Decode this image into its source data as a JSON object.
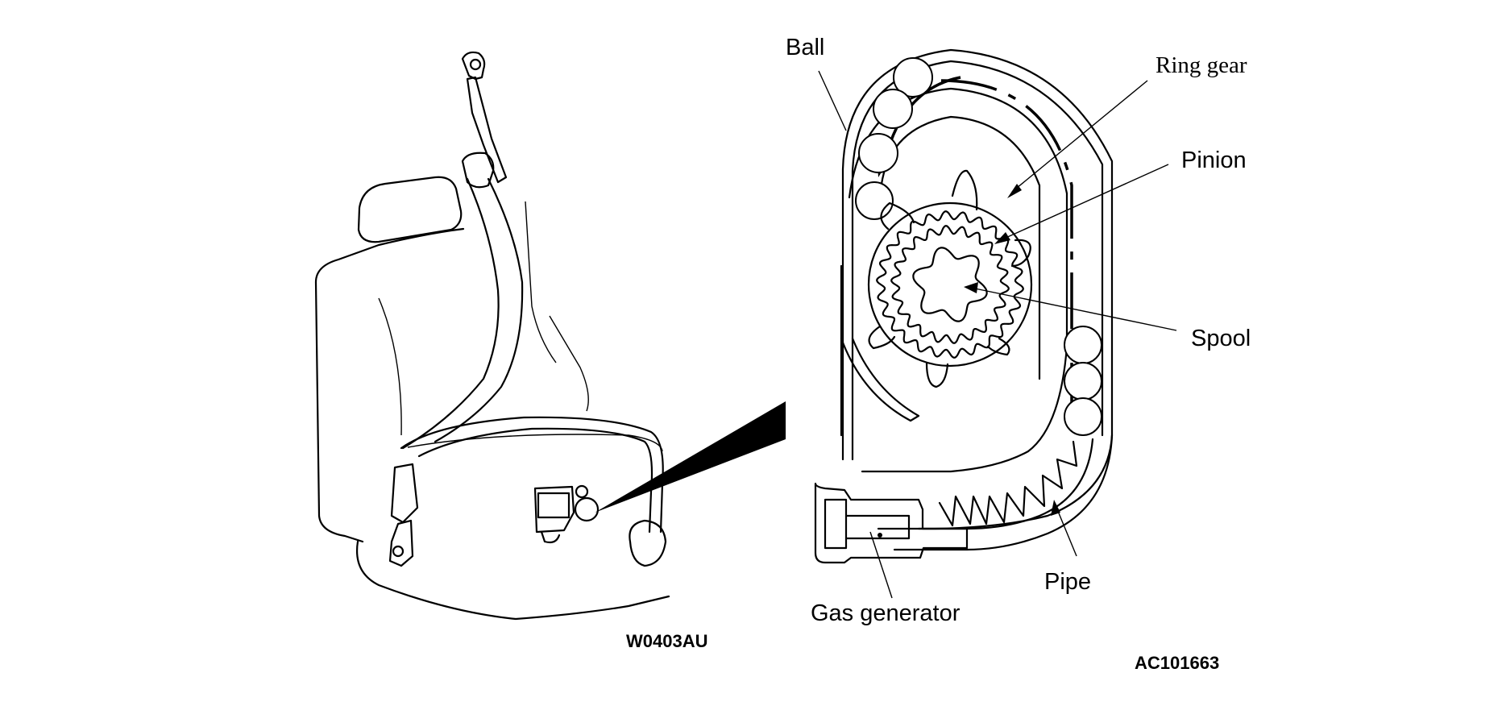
{
  "figure": {
    "title": "Seat belt pretensioner mechanism",
    "left_panel": {
      "code": "W0403AU",
      "subject": "seat with seat belt and pretensioner location"
    },
    "right_panel": {
      "code": "AC101663",
      "labels": {
        "ball": "Ball",
        "ring_gear": "Ring gear",
        "pinion": "Pinion",
        "spool": "Spool",
        "pipe": "Pipe",
        "gas_generator": "Gas generator"
      }
    }
  }
}
